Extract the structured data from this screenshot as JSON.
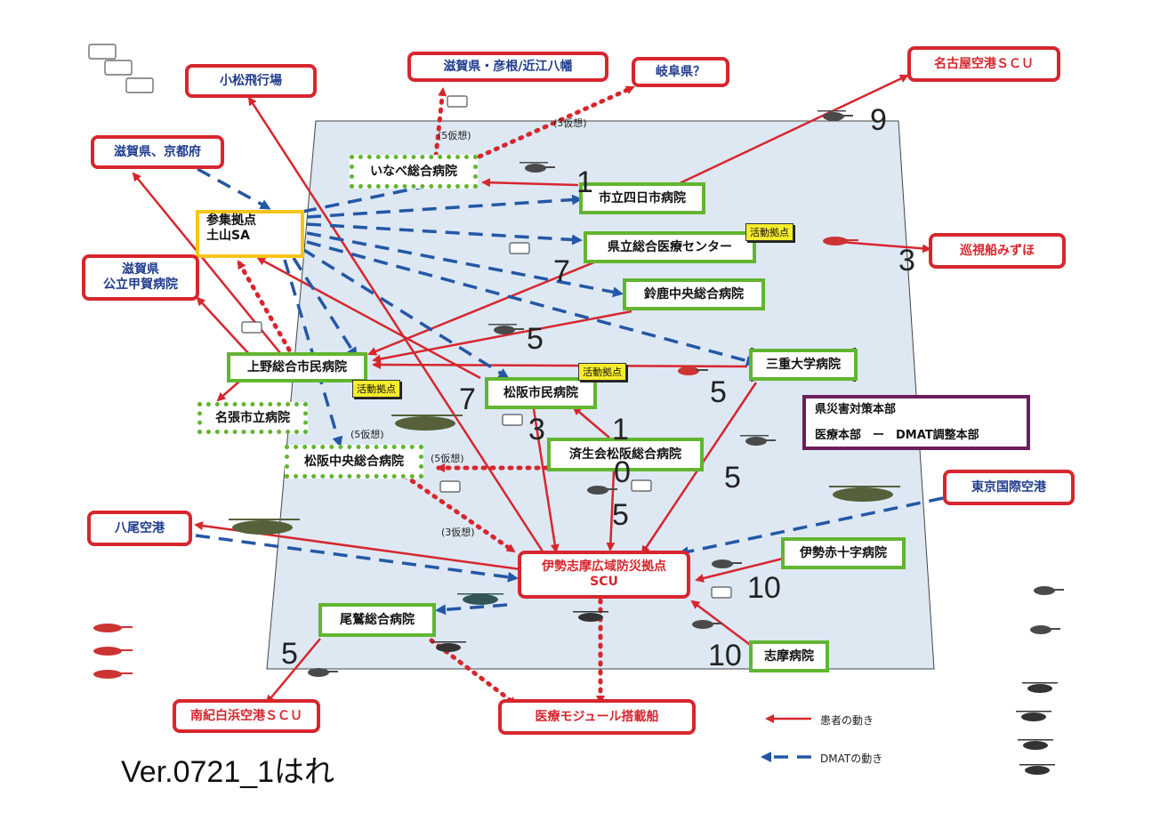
{
  "nodes": {
    "komatsu": "小松飛行場",
    "shiga_hikone": "滋賀県・彦根/近江八幡",
    "gifu": "岐阜県？",
    "nagoya_scu": "名古屋空港ＳＣＵ",
    "shiga_kyoto": "滋賀県、京都府",
    "sanshu_line1": "参集拠点",
    "sanshu_line2": "土山SA",
    "shiga_koka_line1": "滋賀県",
    "shiga_koka_line2": "公立甲賀病院",
    "inabe": "いなべ総合病院",
    "yokkaichi": "市立四日市病院",
    "kenritsu": "県立総合医療センター",
    "junshisen": "巡視船みずほ",
    "suzuka": "鈴鹿中央総合病院",
    "ueno": "上野総合市民病院",
    "mie_univ": "三重大学病院",
    "matsusaka_shimin": "松阪市民病院",
    "nabari": "名張市立病院",
    "saiseikai": "済生会松阪総合病院",
    "matsusaka_chuo": "松阪中央総合病院",
    "hq_line1": "県災害対策本部",
    "hq_line2": "医療本部　ー　DMAT調整本部",
    "tokyo": "東京国際空港",
    "yao": "八尾空港",
    "ise_scu_line1": "伊勢志摩広域防災拠点",
    "ise_scu_line2": "SCU",
    "ise_redcross": "伊勢赤十字病院",
    "owase": "尾鷲総合病院",
    "shima": "志摩病院",
    "nanki": "南紀白浜空港ＳＣＵ",
    "iryo_ship": "医療モジュール搭載船"
  },
  "tags": {
    "kenritsu": "活動拠点",
    "matsusaka": "活動拠点",
    "ueno": "活動拠点"
  },
  "numbers": {
    "n9": "9",
    "n1_yokkaichi": "1",
    "n3_junshisen": "3",
    "n7_kenritsu": "7",
    "n5_suzuka": "5",
    "n5_mie": "5",
    "n7_matsusaka": "7",
    "n3_matsusaka": "3",
    "n1_saiseikai": "1",
    "n0": "0",
    "n5_mid": "5",
    "n5_right": "5",
    "n10_redcross": "10",
    "n10_shima": "10",
    "n5_owase": "5"
  },
  "notes": {
    "inabe_5": "(5仮想)",
    "gifu_3": "(3仮想)",
    "mchuo_5": "(5仮想)",
    "saiseikai_5": "(5仮想)",
    "mchuo_3": "(3仮想)"
  },
  "legend": {
    "patient": "患者の動き",
    "dmat": "DMATの動き"
  },
  "colors": {
    "patient": "#d7262e",
    "dmat": "#2457a6",
    "map_bg": "#dde8f3",
    "hospital_border": "#62b530",
    "activity_tag": "#f7ec2b"
  },
  "version": "Ver.0721_1はれ"
}
